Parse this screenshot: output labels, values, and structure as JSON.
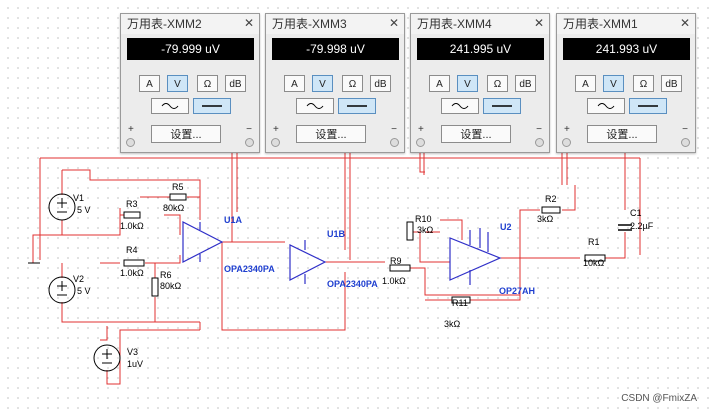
{
  "meters": [
    {
      "title": "万用表-XMM2",
      "reading": "-79.999 uV"
    },
    {
      "title": "万用表-XMM3",
      "reading": "-79.998 uV"
    },
    {
      "title": "万用表-XMM4",
      "reading": "241.995 uV"
    },
    {
      "title": "万用表-XMM1",
      "reading": "241.993 uV"
    }
  ],
  "meter_common": {
    "close": "✕",
    "btn_a": "A",
    "btn_v": "V",
    "btn_ohm": "Ω",
    "btn_db": "dB",
    "settings": "设置...",
    "plus": "+",
    "minus": "−",
    "active_mode": "V",
    "active_wave": "dc"
  },
  "labels": {
    "v1": "V1",
    "v1v": "5 V",
    "v2": "V2",
    "v2v": "5 V",
    "v3": "V3",
    "v3v": "1uV",
    "r3": "R3",
    "r3v": "1.0kΩ",
    "r4": "R4",
    "r4v": "1.0kΩ",
    "r5": "R5",
    "r5v": "80kΩ",
    "r6": "R6",
    "r6v": "80kΩ",
    "r10": "R10",
    "r10v": "3kΩ",
    "r9": "R9",
    "r9v": "1.0kΩ",
    "r11": "R11",
    "r11v": "3kΩ",
    "r2": "R2",
    "r2v": "3kΩ",
    "r1": "R1",
    "r1v": "10kΩ",
    "c1": "C1",
    "c1v": "2.2µF",
    "u1a": "U1A",
    "u1a_part": "OPA2340PA",
    "u1b": "U1B",
    "u1b_part": "OPA2340PA",
    "u2": "U2",
    "u2_part": "OP27AH"
  },
  "watermark": "CSDN @FmixZA",
  "colors": {
    "wire": "#e03030",
    "component": "#3030c8",
    "display_bg": "#000000",
    "active": "#cfe6f7"
  }
}
